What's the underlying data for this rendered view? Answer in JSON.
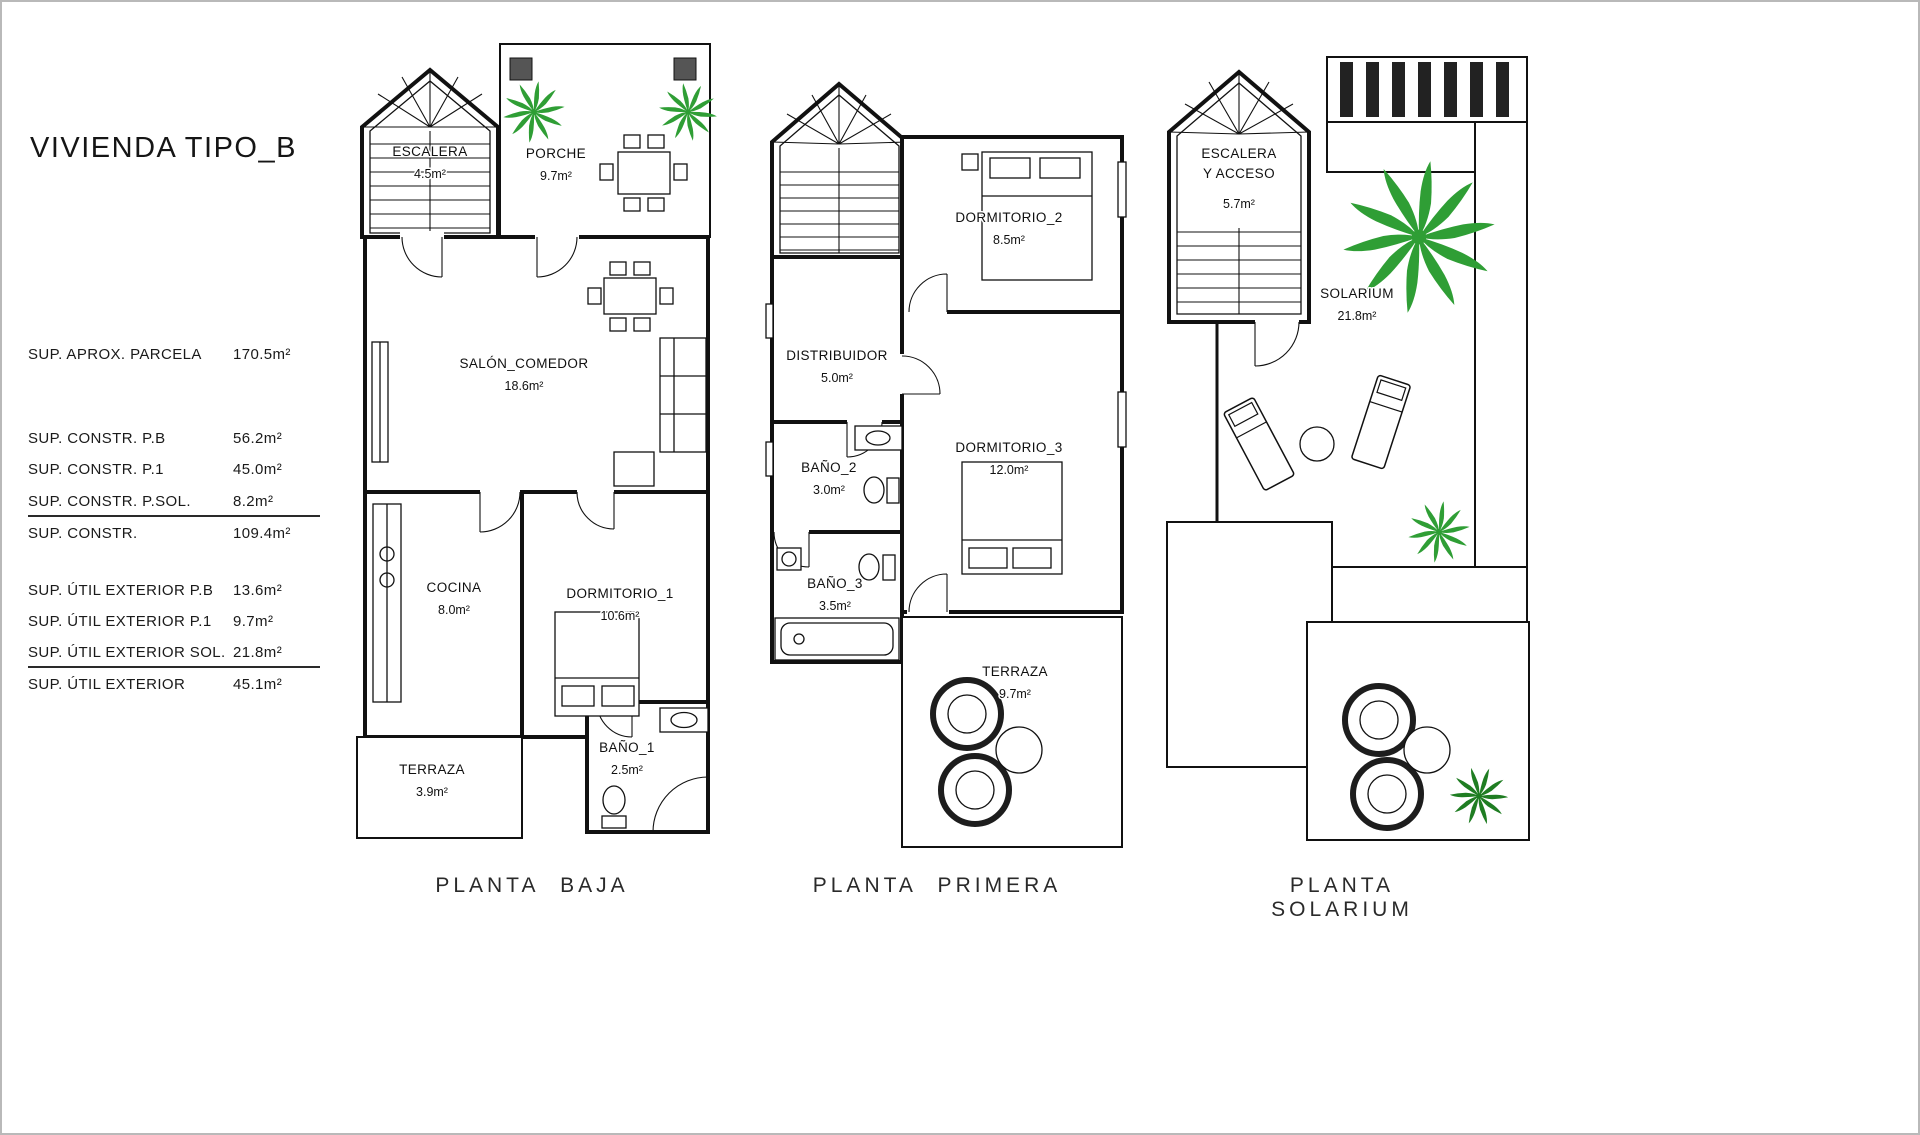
{
  "title": "VIVIENDA TIPO_B",
  "surface_table": {
    "rows": [
      {
        "label": "SUP. APROX. PARCELA",
        "value": "170.5m²"
      },
      {
        "label": "SUP. CONSTR. P.B",
        "value": "56.2m²"
      },
      {
        "label": "SUP. CONSTR. P.1",
        "value": "45.0m²"
      },
      {
        "label": "SUP. CONSTR. P.SOL.",
        "value": "8.2m²"
      },
      {
        "label": "SUP. CONSTR.",
        "value": "109.4m²"
      },
      {
        "label": "SUP. ÚTIL EXTERIOR P.B",
        "value": "13.6m²"
      },
      {
        "label": "SUP. ÚTIL EXTERIOR P.1",
        "value": "9.7m²"
      },
      {
        "label": "SUP. ÚTIL EXTERIOR SOL.",
        "value": "21.8m²"
      },
      {
        "label": "SUP. ÚTIL EXTERIOR",
        "value": "45.1m²"
      }
    ]
  },
  "plans": [
    {
      "caption": "PLANTA BAJA",
      "rooms": {
        "escalera": {
          "name": "ESCALERA",
          "area": "4.5m²"
        },
        "porche": {
          "name": "PORCHE",
          "area": "9.7m²"
        },
        "salon_comedor": {
          "name": "SALÓN_COMEDOR",
          "area": "18.6m²"
        },
        "cocina": {
          "name": "COCINA",
          "area": "8.0m²"
        },
        "dormitorio_1": {
          "name": "DORMITORIO_1",
          "area": "10.6m²"
        },
        "bano_1": {
          "name": "BAÑO_1",
          "area": "2.5m²"
        },
        "terraza": {
          "name": "TERRAZA",
          "area": "3.9m²"
        }
      }
    },
    {
      "caption": "PLANTA PRIMERA",
      "rooms": {
        "dormitorio_2": {
          "name": "DORMITORIO_2",
          "area": "8.5m²"
        },
        "distribuidor": {
          "name": "DISTRIBUIDOR",
          "area": "5.0m²"
        },
        "bano_2": {
          "name": "BAÑO_2",
          "area": "3.0m²"
        },
        "dormitorio_3": {
          "name": "DORMITORIO_3",
          "area": "12.0m²"
        },
        "bano_3": {
          "name": "BAÑO_3",
          "area": "3.5m²"
        },
        "terraza": {
          "name": "TERRAZA",
          "area": "9.7m²"
        }
      }
    },
    {
      "caption": "PLANTA SOLARIUM",
      "rooms": {
        "escalera_acceso": {
          "name_line1": "ESCALERA",
          "name_line2": "Y ACCESO",
          "area": "5.7m²"
        },
        "solarium": {
          "name": "SOLARIUM",
          "area": "21.8m²"
        }
      }
    }
  ],
  "colors": {
    "plant_green": "#2f9e35",
    "plant_green_dark": "#1f7d22",
    "line": "#111111",
    "caption_text": "#2a2a2a"
  }
}
